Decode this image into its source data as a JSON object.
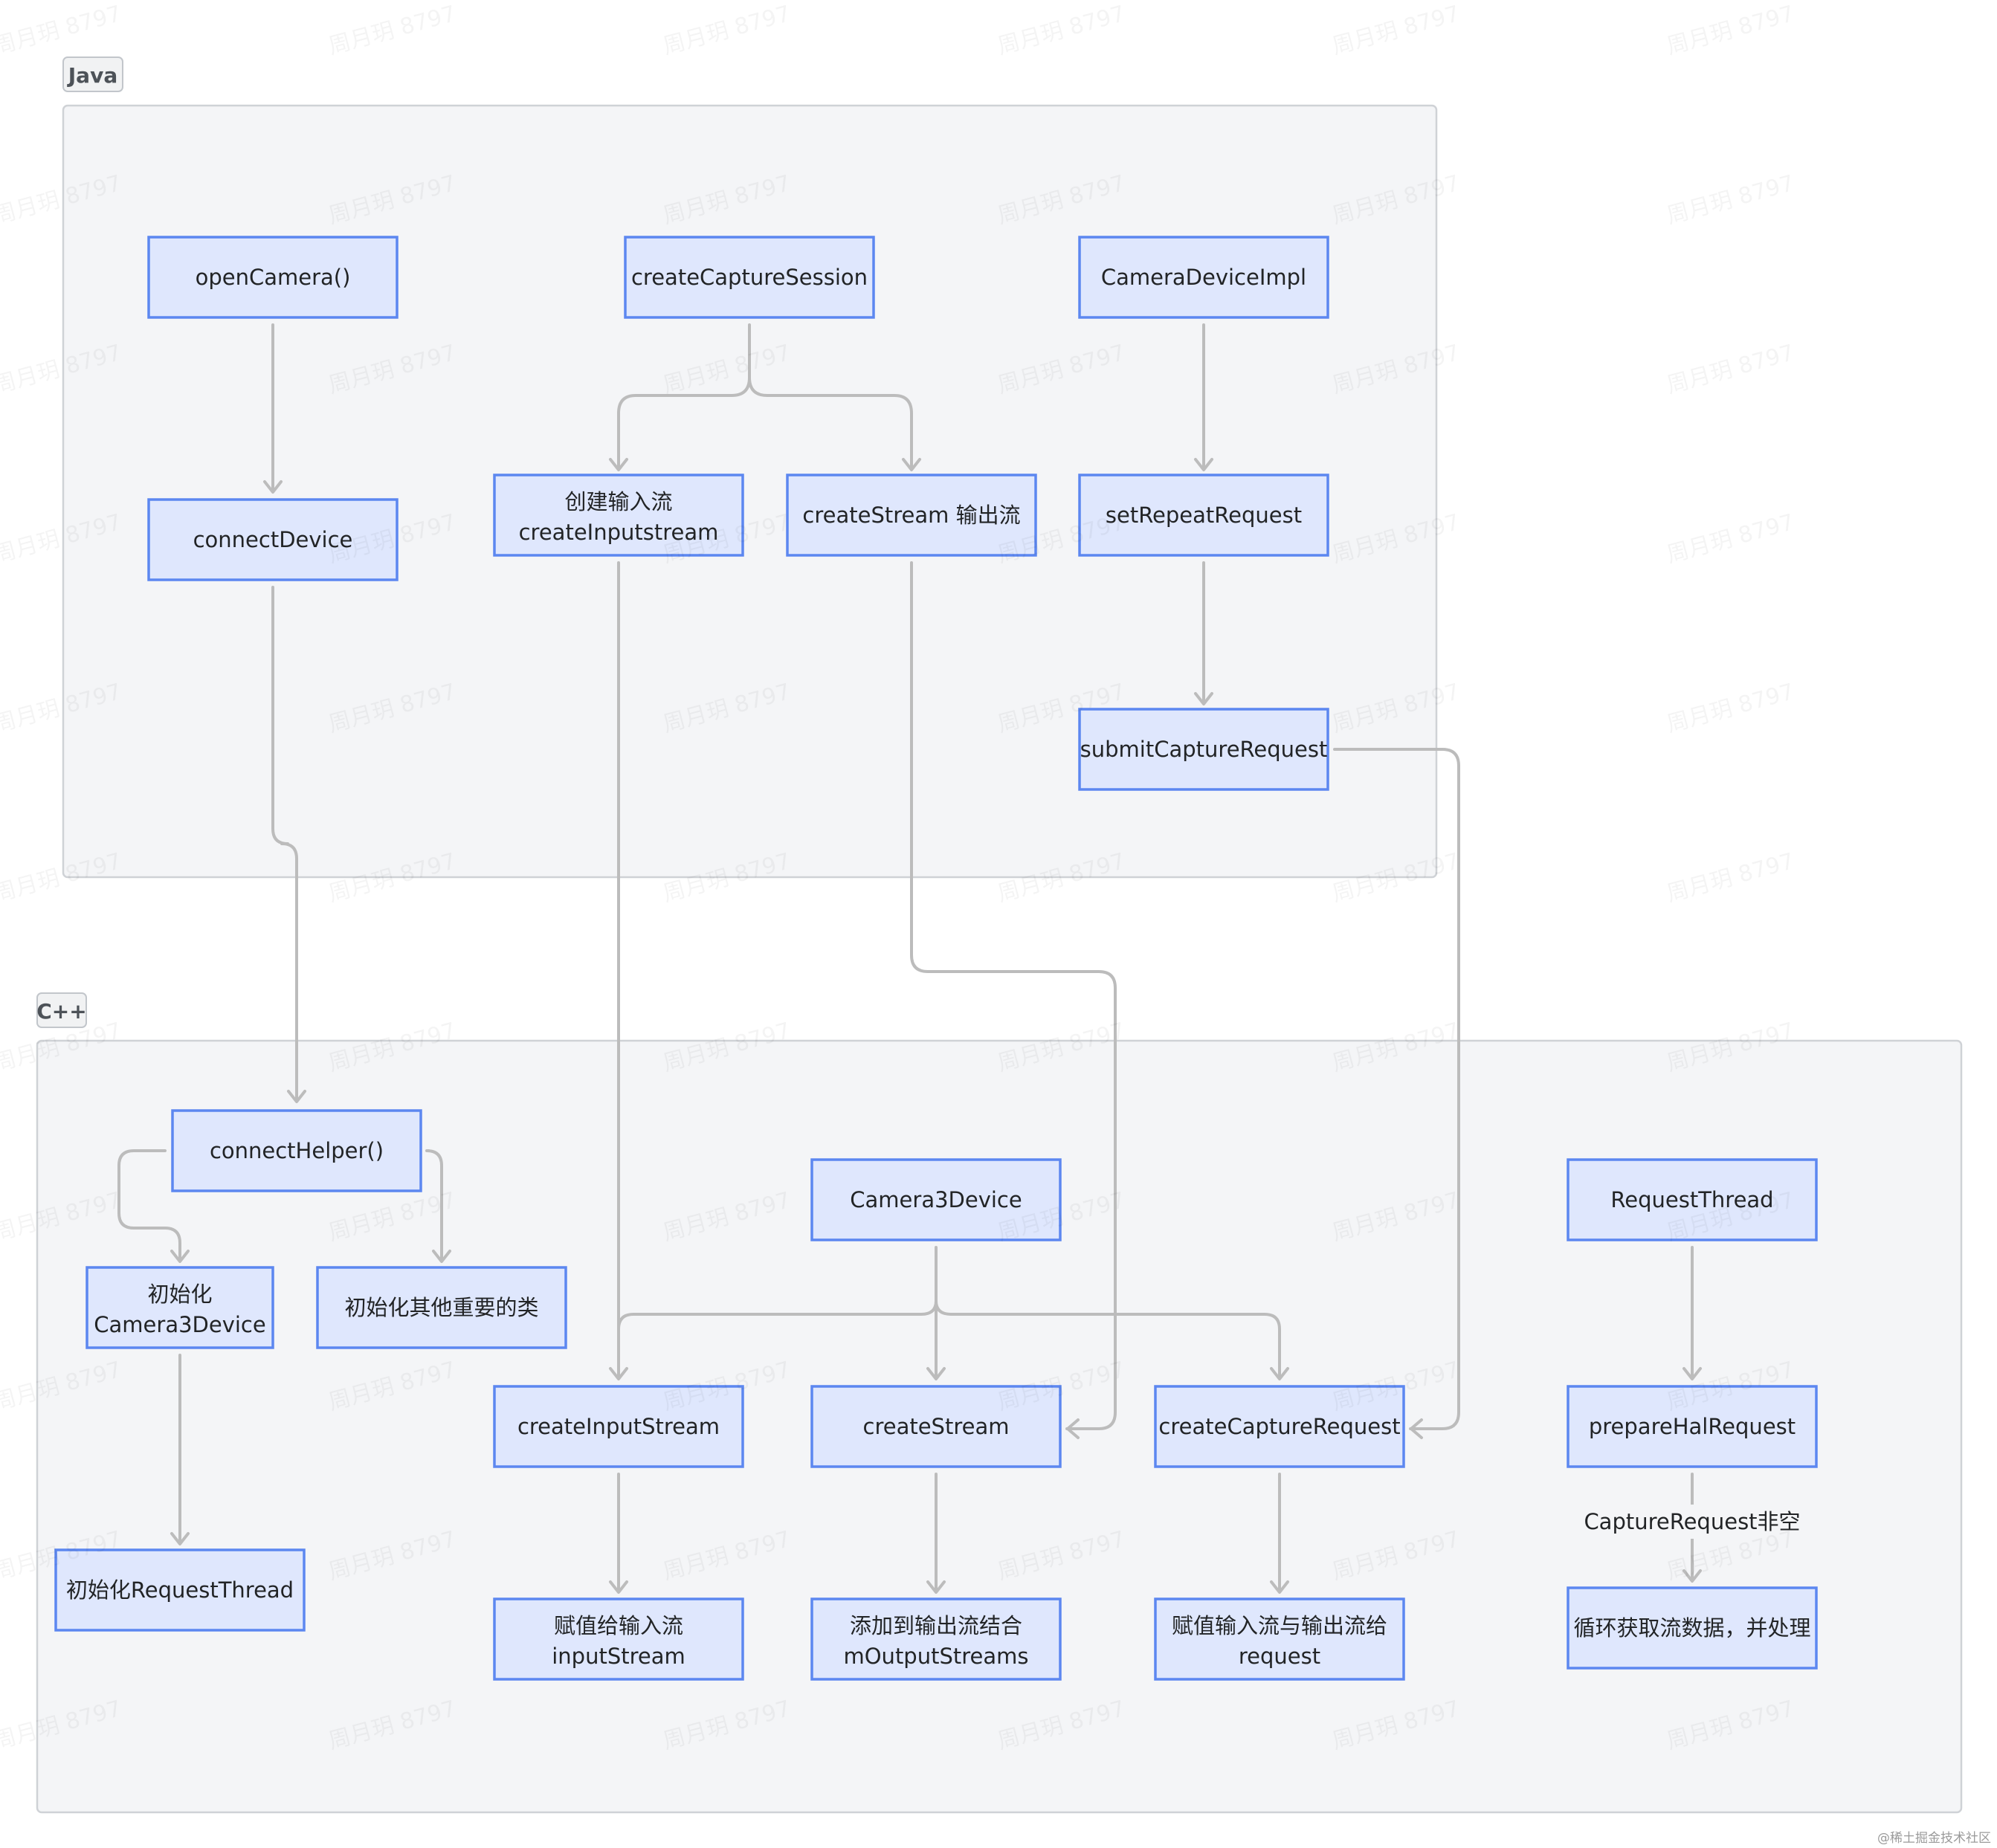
{
  "groups": {
    "java": {
      "label": "Java"
    },
    "cpp": {
      "label": "C++"
    }
  },
  "nodes": {
    "openCamera": "openCamera()",
    "connectDevice": "connectDevice",
    "createCaptureSession": "createCaptureSession",
    "createInputstreamJava": [
      "创建输入流",
      "createInputstream"
    ],
    "createStreamJava": "createStream 输出流",
    "cameraDeviceImpl": "CameraDeviceImpl",
    "setRepeatRequest": "setRepeatRequest",
    "submitCaptureRequest": "submitCaptureRequest",
    "connectHelper": "connectHelper()",
    "initCamera3Device": [
      "初始化",
      "Camera3Device"
    ],
    "initOtherClasses": "初始化其他重要的类",
    "initRequestThread": "初始化RequestThread",
    "camera3Device": "Camera3Device",
    "createInputStreamCpp": "createInputStream",
    "createStreamCpp": "createStream",
    "createCaptureRequest": "createCaptureRequest",
    "assignInputStream": [
      "赋值给输入流",
      "inputStream"
    ],
    "addToOutputStreams": [
      "添加到输出流结合",
      "mOutputStreams"
    ],
    "assignStreamsToRequest": [
      "赋值输入流与输出流给",
      "request"
    ],
    "requestThread": "RequestThread",
    "prepareHalRequest": "prepareHalRequest",
    "loopProcess": "循环获取流数据，并处理"
  },
  "edges": [
    {
      "from": "openCamera",
      "to": "connectDevice",
      "label": ""
    },
    {
      "from": "createCaptureSession",
      "to": "createInputstreamJava",
      "label": ""
    },
    {
      "from": "createCaptureSession",
      "to": "createStreamJava",
      "label": ""
    },
    {
      "from": "cameraDeviceImpl",
      "to": "setRepeatRequest",
      "label": ""
    },
    {
      "from": "setRepeatRequest",
      "to": "submitCaptureRequest",
      "label": ""
    },
    {
      "from": "connectDevice",
      "to": "connectHelper",
      "label": ""
    },
    {
      "from": "connectHelper",
      "to": "initCamera3Device",
      "label": ""
    },
    {
      "from": "connectHelper",
      "to": "initOtherClasses",
      "label": ""
    },
    {
      "from": "initCamera3Device",
      "to": "initRequestThread",
      "label": ""
    },
    {
      "from": "createInputstreamJava",
      "to": "createInputStreamCpp",
      "label": ""
    },
    {
      "from": "camera3Device",
      "to": "createInputStreamCpp",
      "label": ""
    },
    {
      "from": "camera3Device",
      "to": "createStreamCpp",
      "label": ""
    },
    {
      "from": "camera3Device",
      "to": "createCaptureRequest",
      "label": ""
    },
    {
      "from": "createStreamJava",
      "to": "createStreamCpp",
      "label": ""
    },
    {
      "from": "submitCaptureRequest",
      "to": "createCaptureRequest",
      "label": ""
    },
    {
      "from": "createInputStreamCpp",
      "to": "assignInputStream",
      "label": ""
    },
    {
      "from": "createStreamCpp",
      "to": "addToOutputStreams",
      "label": ""
    },
    {
      "from": "createCaptureRequest",
      "to": "assignStreamsToRequest",
      "label": ""
    },
    {
      "from": "requestThread",
      "to": "prepareHalRequest",
      "label": ""
    },
    {
      "from": "prepareHalRequest",
      "to": "loopProcess",
      "label": "CaptureRequest非空"
    }
  ],
  "watermark": "周月玥 8797",
  "footer": "@稀土掘金技术社区",
  "colors": {
    "node_fill": "#dfe7fd",
    "node_border": "#5c87f0",
    "group_fill": "#f4f5f7",
    "group_border": "#cfd2d6",
    "edge": "#bcbcbc",
    "text": "#222426"
  }
}
